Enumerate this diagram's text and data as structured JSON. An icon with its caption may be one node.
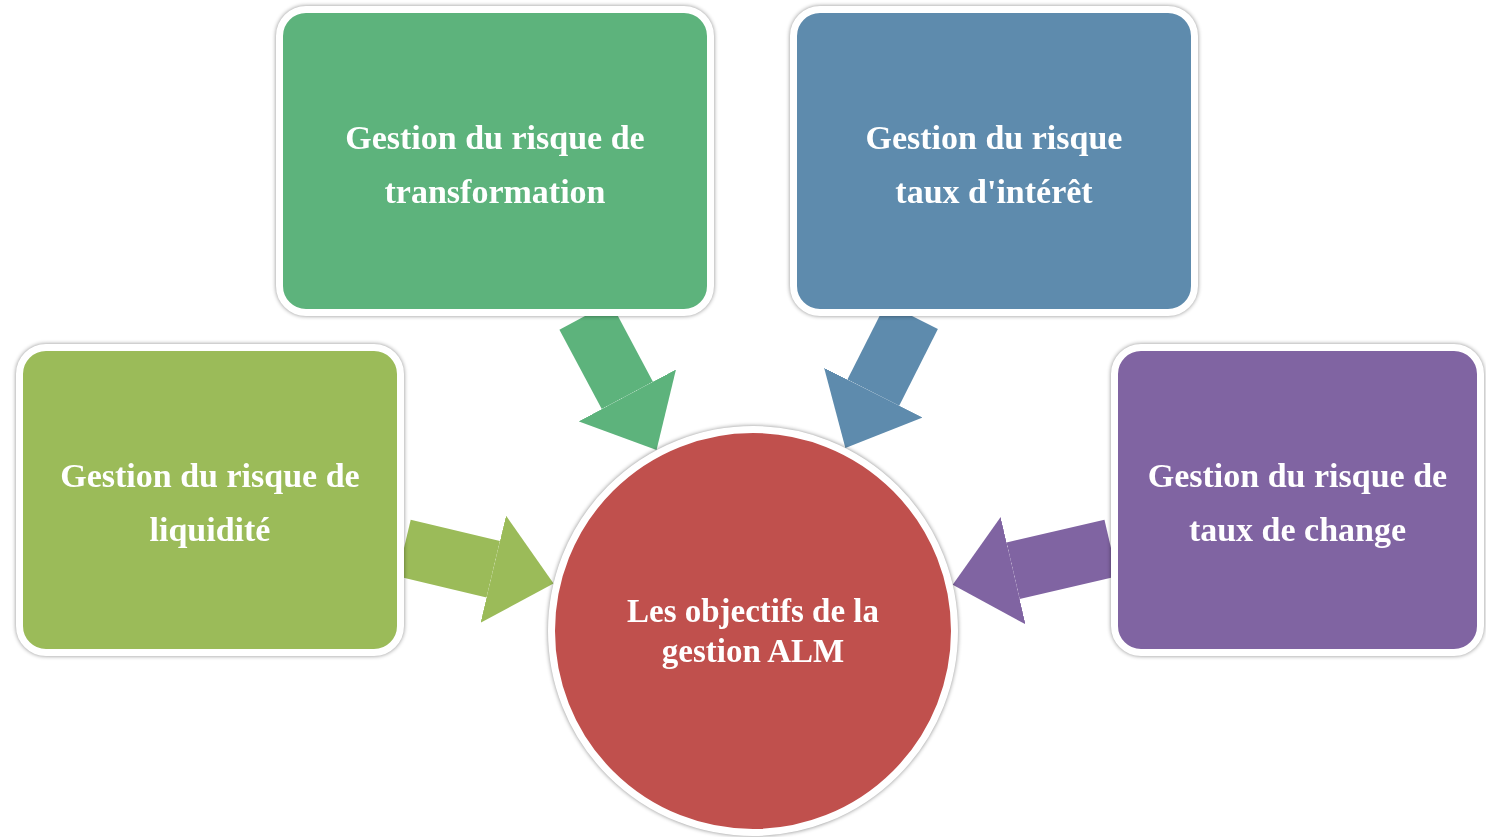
{
  "diagram": {
    "nodes": [
      {
        "text": [
          "Gestion du risque de transformation"
        ]
      },
      {
        "text": [
          "Gestion du risque taux d'intérêt"
        ]
      },
      {
        "text": [
          "Gestion du risque de liquidité"
        ]
      },
      {
        "text": [
          "Gestion du risque de taux de change"
        ]
      },
      {
        "text": [
          "Les objectifs de la gestion ALM"
        ]
      }
    ],
    "edges": [
      {
        "from": 0,
        "to": 4,
        "arrow": "to",
        "color": "#5db37c"
      },
      {
        "from": 1,
        "to": 4,
        "arrow": "to",
        "color": "#5e8bad"
      },
      {
        "from": 2,
        "to": 4,
        "arrow": "to",
        "color": "#9bbb59"
      },
      {
        "from": 3,
        "to": 4,
        "arrow": "to",
        "color": "#8064a2"
      }
    ]
  }
}
